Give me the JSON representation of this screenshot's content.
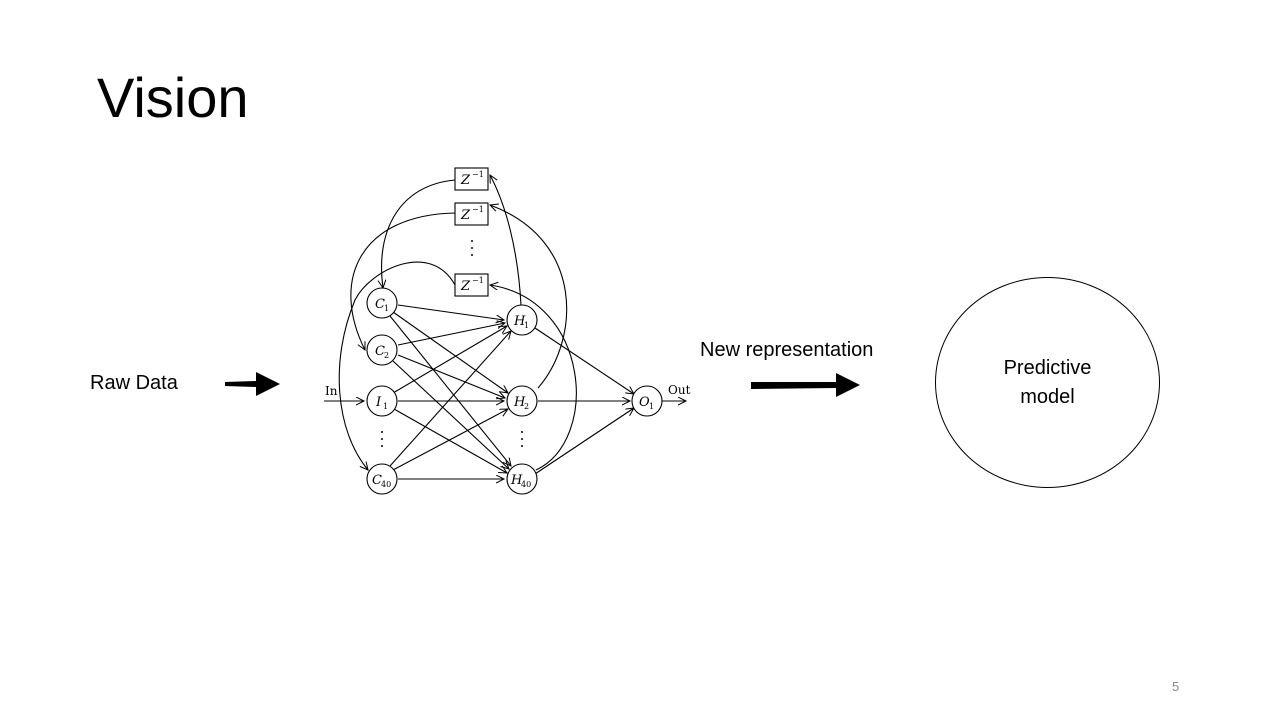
{
  "slide": {
    "title": "Vision",
    "page_number": "5"
  },
  "labels": {
    "raw_data": "Raw Data",
    "new_representation": "New representation",
    "predictive_model": "Predictive\nmodel"
  },
  "network": {
    "delay_boxes": [
      {
        "text": "Z",
        "sup": "−1"
      },
      {
        "text": "Z",
        "sup": "−1"
      },
      {
        "text": "Z",
        "sup": "−1"
      }
    ],
    "context_nodes": [
      {
        "base": "C",
        "sub": "1"
      },
      {
        "base": "C",
        "sub": "2"
      },
      {
        "base": "I",
        "sub": "1"
      },
      {
        "base": "C",
        "sub": "40"
      }
    ],
    "hidden_nodes": [
      {
        "base": "H",
        "sub": "1"
      },
      {
        "base": "H",
        "sub": "2"
      },
      {
        "base": "H",
        "sub": "40"
      }
    ],
    "output_node": {
      "base": "O",
      "sub": "1"
    },
    "input_label": "In",
    "output_label": "Out"
  }
}
